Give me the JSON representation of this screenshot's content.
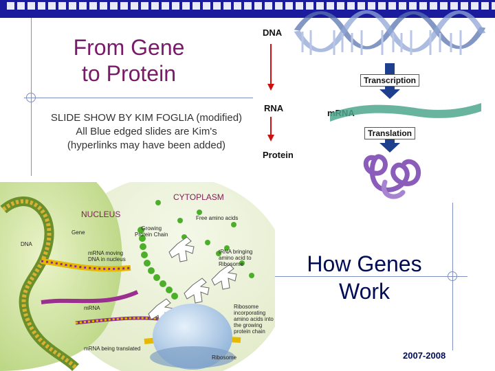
{
  "slide": {
    "title_line1": "From Gene",
    "title_line2": "to Protein",
    "subtitle_line1": "SLIDE SHOW BY KIM FOGLIA (modified)",
    "subtitle_line2": "All Blue edged slides are Kim's",
    "subtitle_line3": "(hyperlinks may have been added)",
    "how_genes_line1": "How Genes",
    "how_genes_line2": "Work",
    "year": "2007-2008"
  },
  "central_dogma": {
    "dna": "DNA",
    "rna": "RNA",
    "protein": "Protein",
    "mrna": "mRNA",
    "transcription": "Transcription",
    "translation": "Translation"
  },
  "cell_diagram": {
    "cytoplasm": "CYTOPLASM",
    "nucleus": "NUCLEUS",
    "gene": "Gene",
    "dna": "DNA",
    "free_amino_acids": "Free amino acids",
    "growing_chain_1": "Growing",
    "growing_chain_2": "Protein Chain",
    "mrna_moving_1": "mRNA moving",
    "mrna_moving_2": "DNA in nucleus",
    "trna_bringing_1": "tRNA bringing",
    "trna_bringing_2": "amino acid to",
    "trna_bringing_3": "Ribosome",
    "mrna": "mRNA",
    "ribosome_incorp_1": "Ribosome",
    "ribosome_incorp_2": "incorporating",
    "ribosome_incorp_3": "amino acids into",
    "ribosome_incorp_4": "the growing",
    "ribosome_incorp_5": "protein chain",
    "mrna_translated": "mRNA being translated",
    "ribosome": "Ribosome"
  },
  "colors": {
    "title": "#7a1a6a",
    "accent_blue": "#1b1b9e",
    "rule": "#7d8fc3",
    "arrow": "#cc1111"
  }
}
